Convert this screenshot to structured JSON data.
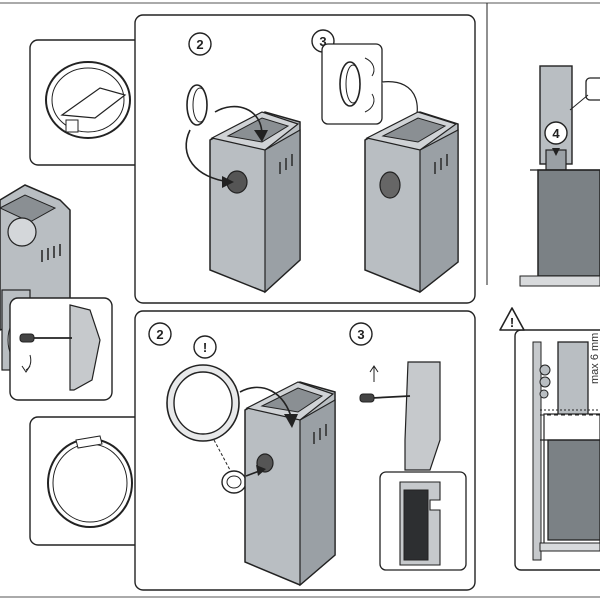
{
  "colors": {
    "background": "#ffffff",
    "stove_body": "#b9bec2",
    "stove_side": "#9aa0a5",
    "stove_dark": "#5e6468",
    "stones": "#8a8f93",
    "outline": "#222222",
    "warning_fill": "#ffffff"
  },
  "top_panel": {
    "step_a": "2",
    "step_b": "3"
  },
  "bottom_panel": {
    "step_a": "2",
    "step_b": "3",
    "attention": "!"
  },
  "right_panel": {
    "step": "4",
    "warning": "!",
    "dimension": "max 6 mm"
  },
  "icons": [
    "arrow-right-icon",
    "info-icon",
    "screwdriver-icon",
    "warning-icon",
    "rotate-arrow-icon"
  ]
}
